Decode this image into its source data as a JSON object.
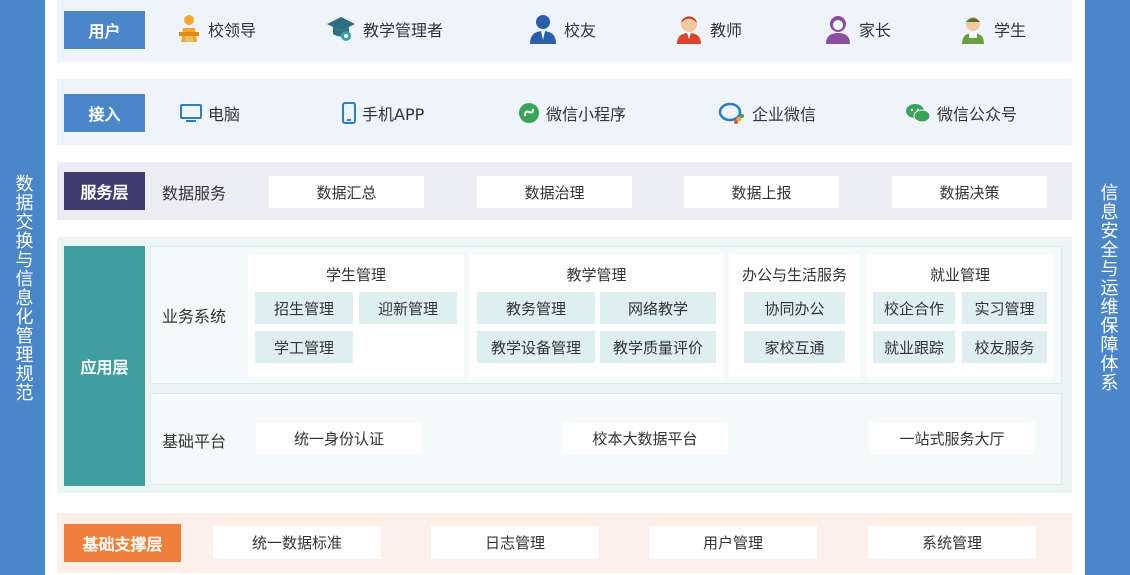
{
  "left_bar": "数据交换与信息化管理规范",
  "right_bar": "信息安全与运维保障体系",
  "users": {
    "tag": "用户",
    "items": [
      {
        "label": "校领导",
        "icon": "leader-icon"
      },
      {
        "label": "教学管理者",
        "icon": "graduation-cap-icon"
      },
      {
        "label": "校友",
        "icon": "alumni-icon"
      },
      {
        "label": "教师",
        "icon": "teacher-icon"
      },
      {
        "label": "家长",
        "icon": "parent-icon"
      },
      {
        "label": "学生",
        "icon": "student-icon"
      }
    ]
  },
  "access": {
    "tag": "接入",
    "items": [
      {
        "label": "电脑",
        "icon": "monitor-icon"
      },
      {
        "label": "手机APP",
        "icon": "phone-icon"
      },
      {
        "label": "微信小程序",
        "icon": "mini-program-icon"
      },
      {
        "label": "企业微信",
        "icon": "wecom-icon"
      },
      {
        "label": "微信公众号",
        "icon": "wechat-icon"
      }
    ]
  },
  "service": {
    "tag": "服务层",
    "label": "数据服务",
    "items": [
      "数据汇总",
      "数据治理",
      "数据上报",
      "数据决策"
    ]
  },
  "application": {
    "tag": "应用层",
    "business": {
      "label": "业务系统",
      "groups": [
        {
          "title": "学生管理",
          "items": [
            "招生管理",
            "迎新管理",
            "学工管理"
          ]
        },
        {
          "title": "教学管理",
          "items": [
            "教务管理",
            "网络教学",
            "教学设备管理",
            "教学质量评价"
          ]
        },
        {
          "title": "办公与生活服务",
          "items": [
            "协同办公",
            "家校互通"
          ]
        },
        {
          "title": "就业管理",
          "items": [
            "校企合作",
            "实习管理",
            "就业跟踪",
            "校友服务"
          ]
        }
      ]
    },
    "platform": {
      "label": "基础平台",
      "items": [
        "统一身份认证",
        "校本大数据平台",
        "一站式服务大厅"
      ]
    }
  },
  "support": {
    "tag": "基础支撑层",
    "items": [
      "统一数据标准",
      "日志管理",
      "用户管理",
      "系统管理"
    ]
  },
  "colors": {
    "side": "#4a86c8",
    "user_tag": "#4a86c8",
    "service_tag": "#3e3e6e",
    "app_tag": "#3f9fa0",
    "support_tag": "#f07f3c",
    "blue_bg": "#eef4fa",
    "service_bg": "#ececf4",
    "app_bg": "#eaf5f4",
    "support_bg": "#fdf0e8",
    "cell": "#dfeef0"
  }
}
